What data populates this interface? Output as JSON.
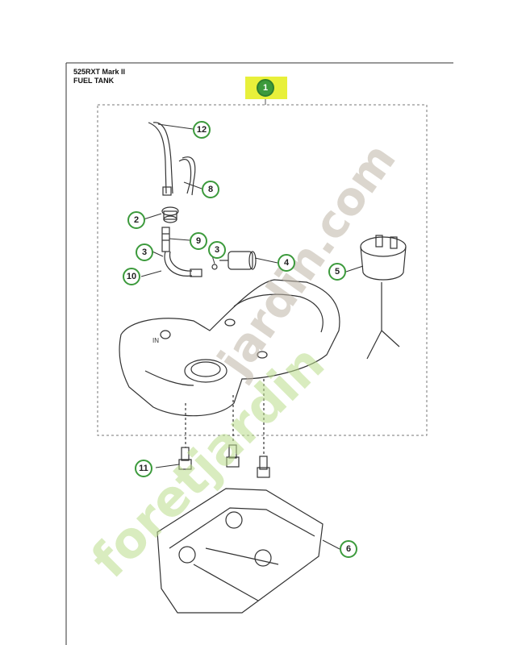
{
  "header": {
    "model": "525RXT Mark II",
    "section": "FUEL TANK"
  },
  "callouts": {
    "main": "1",
    "c2": "2",
    "c3a": "3",
    "c3b": "3",
    "c4": "4",
    "c5": "5",
    "c6": "6",
    "c8": "8",
    "c9": "9",
    "c10": "10",
    "c11": "11",
    "c12": "12"
  },
  "tank_label": "IN",
  "watermark": {
    "text_top": "jardin.com",
    "text_bottom": "foretjardin"
  },
  "colors": {
    "callout_border": "#3c9a3c",
    "highlight": "#e8f03a",
    "watermark_green": "#b9dd8a",
    "watermark_grey": "#bdb5a6",
    "watermark_orange": "#f0a35a"
  }
}
